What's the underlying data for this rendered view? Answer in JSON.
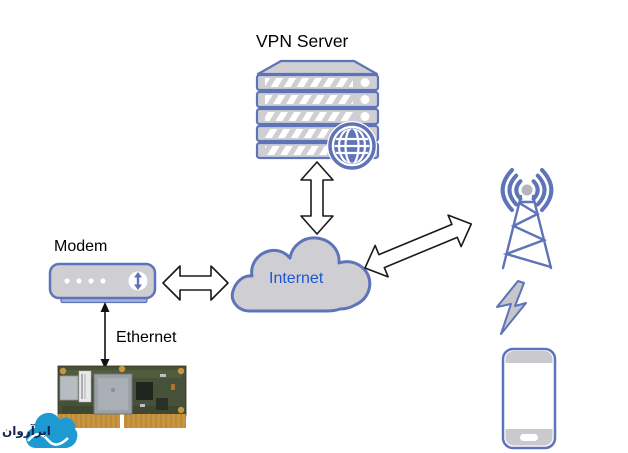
{
  "title": "VPN over cellular network diagram",
  "labels": {
    "vpn_server": "VPN Server",
    "internet": "Internet",
    "modem": "Modem",
    "ethernet": "Ethernet",
    "logo": "ابرآروان"
  },
  "colors": {
    "accent": "#5e73b8",
    "fill_gray": "#cfcfd3",
    "internet_text": "#1d55d4",
    "arrow_outline": "#1a1a1a",
    "logo_cloud": "#1e9ad2",
    "logo_text_color": "#16254e",
    "pcb_green": "#475139",
    "pcb_connector": "#c9963f"
  },
  "icons": {
    "vpn_server": "server-stack-globe-icon",
    "internet": "cloud-icon",
    "modem": "modem-router-icon",
    "cell_tower": "cell-tower-antenna-icon",
    "smartphone": "smartphone-icon",
    "embedded_board": "circuit-board-photo",
    "logo": "cloud-wave-logo"
  },
  "nodes": [
    {
      "id": "vpn-server",
      "label": "VPN Server"
    },
    {
      "id": "internet-cloud",
      "label": "Internet"
    },
    {
      "id": "modem",
      "label": "Modem"
    },
    {
      "id": "cell-tower",
      "label": ""
    },
    {
      "id": "smartphone",
      "label": ""
    },
    {
      "id": "embedded-board",
      "label": ""
    }
  ],
  "connections": [
    {
      "from": "vpn-server",
      "to": "internet-cloud",
      "type": "outline-double-arrow",
      "orientation": "vertical"
    },
    {
      "from": "modem",
      "to": "internet-cloud",
      "type": "outline-double-arrow",
      "orientation": "horizontal"
    },
    {
      "from": "internet-cloud",
      "to": "cell-tower",
      "type": "outline-double-arrow",
      "orientation": "diagonal"
    },
    {
      "from": "modem",
      "to": "embedded-board",
      "type": "thin-double-arrow",
      "label": "Ethernet"
    },
    {
      "from": "cell-tower",
      "to": "smartphone",
      "type": "lightning-bolt"
    }
  ]
}
